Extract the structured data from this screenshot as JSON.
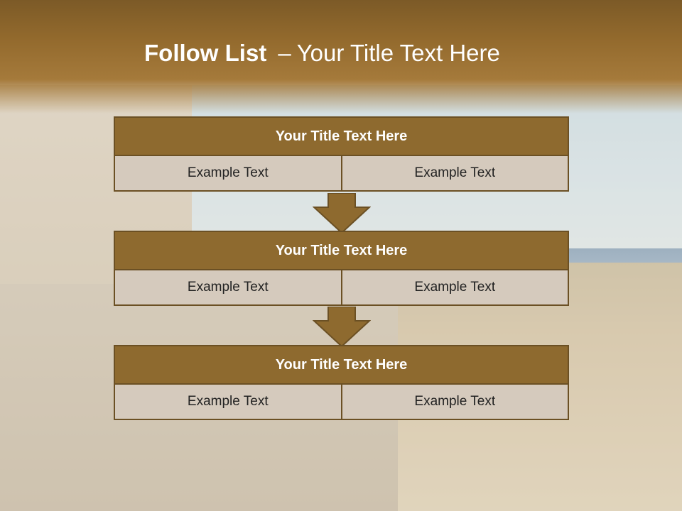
{
  "slide": {
    "title_bold": "Follow List",
    "title_dash": "–",
    "title_rest": "Your Title Text Here"
  },
  "steps": [
    {
      "title": "Your Title Text Here",
      "left": "Example Text",
      "right": "Example Text"
    },
    {
      "title": "Your Title Text Here",
      "left": "Example Text",
      "right": "Example Text"
    },
    {
      "title": "Your Title Text Here",
      "left": "Example Text",
      "right": "Example Text"
    }
  ],
  "colors": {
    "header_brown": "#8e6a2f",
    "border_brown": "#6b5024",
    "cell_beige": "#d5cabd"
  }
}
